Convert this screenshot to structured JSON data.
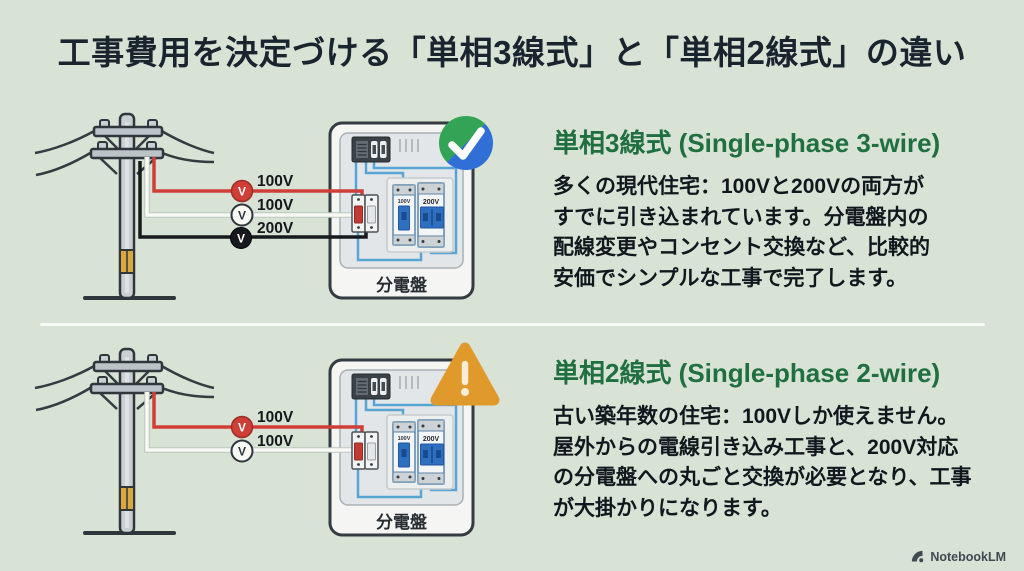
{
  "title": "工事費用を決定づける「単相3線式」と「単相2線式」の違い",
  "watermark": {
    "label": "NotebookLM"
  },
  "colors": {
    "background": "#d8e2d5",
    "heading_green": "#1f6f41",
    "check_green": "#33a455",
    "check_blue": "#2f6fd6",
    "warning_orange": "#e09a2c",
    "panel_wire_blue": "#58a5d3",
    "wire_red": "#cf3f38",
    "wire_white": "#f8f8f5",
    "wire_black": "#16191d"
  },
  "sections": [
    {
      "id": "three-wire",
      "status": "ok-check",
      "heading": "単相3線式 (Single-phase 3-wire)",
      "body": "多くの現代住宅：100Vと200Vの両方が\nすでに引き込まれています。分電盤内の\n配線変更やコンセント交換など、比較的\n安価でシンプルな工事で完了します。",
      "panel_label": "分電盤",
      "breaker_labels": {
        "left": "100V",
        "right": "200V"
      },
      "wires": [
        {
          "label": "100V",
          "badge": "V",
          "color": "#cf3f38"
        },
        {
          "label": "100V",
          "badge": "V",
          "color": "#f8f8f5"
        },
        {
          "label": "200V",
          "badge": "V",
          "color": "#16191d"
        }
      ]
    },
    {
      "id": "two-wire",
      "status": "warning",
      "heading": "単相2線式 (Single-phase 2-wire)",
      "body": "古い築年数の住宅：100Vしか使えません。\n屋外からの電線引き込み工事と、200V対応\nの分電盤への丸ごと交換が必要となり、工事\nが大掛かりになります。",
      "panel_label": "分電盤",
      "breaker_labels": {
        "left": "100V",
        "right": "200V"
      },
      "wires": [
        {
          "label": "100V",
          "badge": "V",
          "color": "#cf3f38"
        },
        {
          "label": "100V",
          "badge": "V",
          "color": "#f8f8f5"
        }
      ]
    }
  ]
}
